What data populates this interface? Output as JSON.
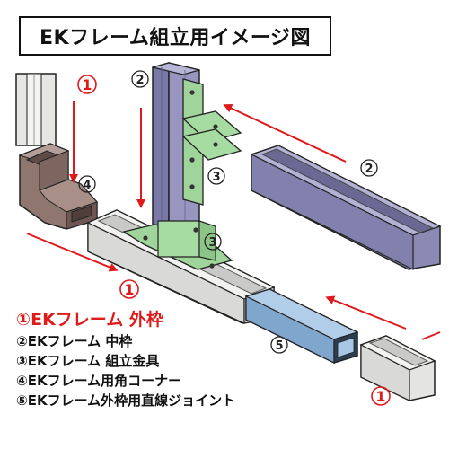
{
  "title": "EKフレーム組立用イメージ図",
  "callouts": {
    "frame_outer": "1",
    "frame_middle": "2",
    "metal_fitting": "3",
    "corner": "4",
    "joint": "5"
  },
  "legend": [
    "①EKフレーム 外枠",
    "②EKフレーム 中枠",
    "③EKフレーム 組立金具",
    "④EKフレーム用角コーナー",
    "⑤EKフレーム外枠用直線ジョイント"
  ],
  "colors": {
    "arrow_red": "#e0191a",
    "outer_frame": "#e4e4e2",
    "middle_frame": "#8c8ab4",
    "fitting_green": "#9fd49a",
    "corner_brown": "#8f7770",
    "joint_blue": "#8fb4d8",
    "outline": "#222222"
  }
}
